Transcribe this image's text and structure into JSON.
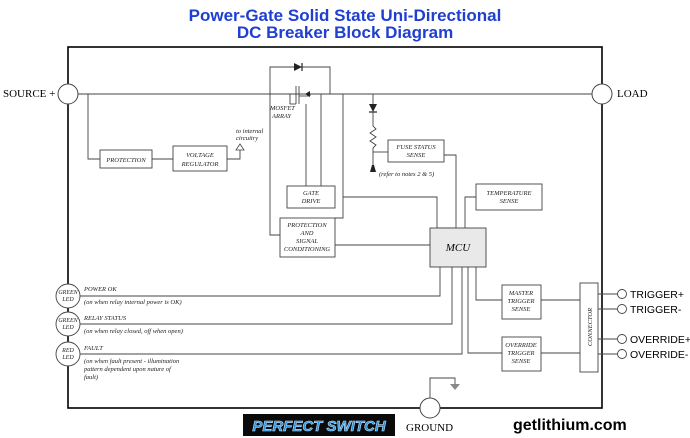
{
  "title_line1": "Power-Gate Solid State Uni-Directional",
  "title_line2": "DC Breaker Block Diagram",
  "terminals": {
    "source": "SOURCE +",
    "load": "LOAD",
    "ground": "GROUND"
  },
  "blocks": {
    "protection": "PROTECTION",
    "voltage_regulator": [
      "VOLTAGE",
      "REGULATOR"
    ],
    "internal_circuitry": [
      "to internal",
      "circuitry"
    ],
    "mosfet_array": [
      "MOSFET",
      "ARRAY"
    ],
    "fuse_status_sense": [
      "FUSE STATUS",
      "SENSE"
    ],
    "fuse_note": "(refer to notes 2 & 5)",
    "temperature_sense": [
      "TEMPERATURE",
      "SENSE"
    ],
    "gate_drive": [
      "GATE",
      "DRIVE"
    ],
    "protection_signal": [
      "PROTECTION",
      "AND",
      "SIGNAL",
      "CONDITIONING"
    ],
    "mcu": "MCU",
    "master_trigger": [
      "MASTER",
      "TRIGGER",
      "SENSE"
    ],
    "override_trigger": [
      "OVERRIDE",
      "TRIGGER",
      "SENSE"
    ],
    "connector": "CONNECTOR"
  },
  "indicators": [
    {
      "led": [
        "GREEN",
        "LED"
      ],
      "label": "POWER OK",
      "note": [
        "(on when relay internal power is OK)"
      ]
    },
    {
      "led": [
        "GREEN",
        "LED"
      ],
      "label": "RELAY STATUS",
      "note": [
        "(on when relay closed, off when open)"
      ]
    },
    {
      "led": [
        "RED",
        "LED"
      ],
      "label": "FAULT",
      "note": [
        "(on when fault present - illumination",
        "pattern dependent upon nature of",
        "fault)"
      ]
    }
  ],
  "triggers": [
    "TRIGGER+",
    "TRIGGER-",
    "OVERRIDE+",
    "OVERRIDE-"
  ],
  "brand": {
    "logo": "PERFECT SWITCH",
    "website": "getlithium.com",
    "title_color": "#1f3fd0",
    "logo_color": "#2a8fd8"
  }
}
